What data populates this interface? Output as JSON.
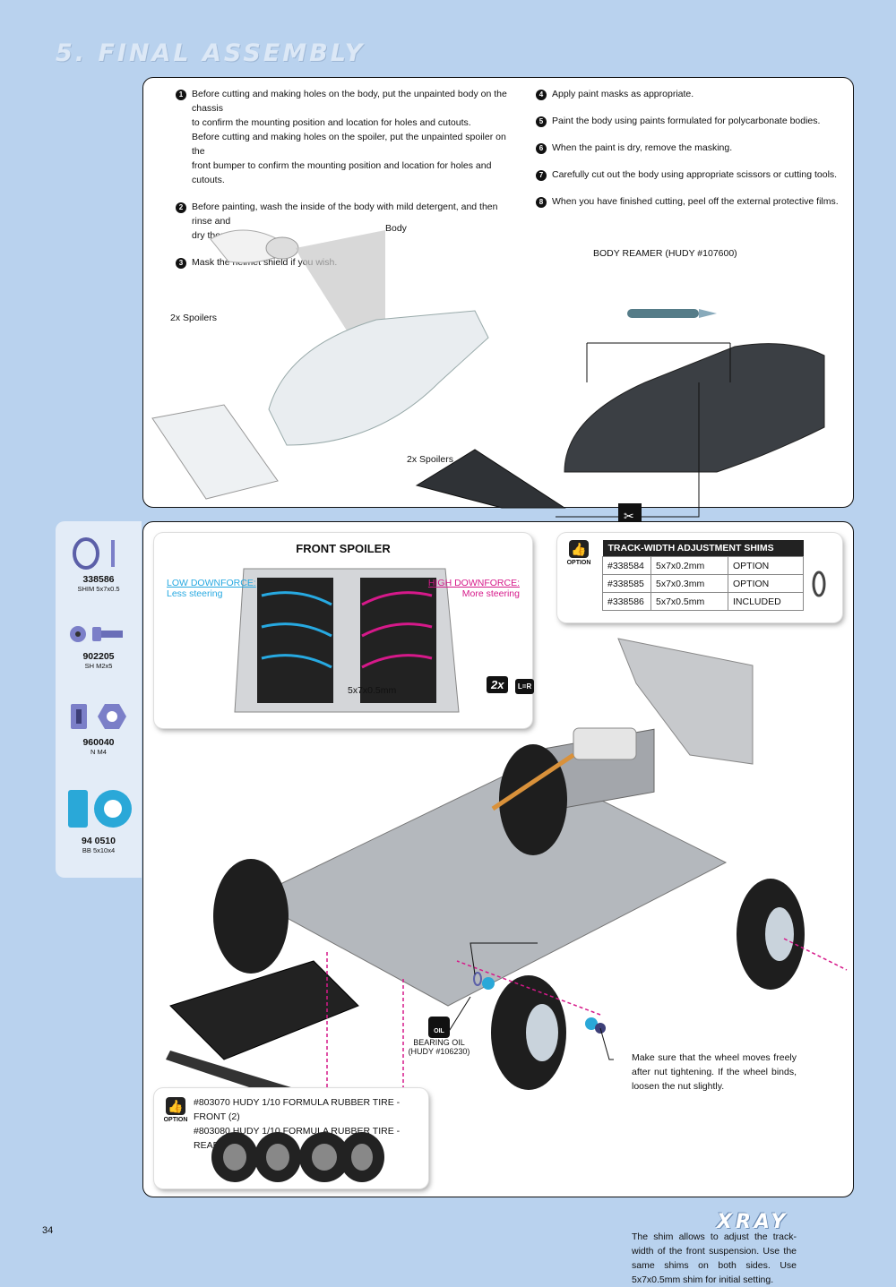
{
  "page": {
    "title": "5. FINAL ASSEMBLY",
    "number": "34",
    "logo": "XRAY"
  },
  "steps_left": [
    {
      "num": "1",
      "text": "Before cutting and making holes on the body, put the unpainted body on the chassis\nto confirm the mounting position and location for holes and cutouts.\nBefore cutting and making holes on the  spoiler, put the unpainted spoiler on the\nfront bumper to confirm the mounting position and location for holes and cutouts."
    },
    {
      "num": "2",
      "text": "Before painting, wash the inside of the body with mild detergent, and then rinse and\ndry thoroughly."
    },
    {
      "num": "3",
      "text": "Mask the helmet shield if you wish."
    }
  ],
  "steps_right": [
    {
      "num": "4",
      "text": "Apply paint masks as appropriate."
    },
    {
      "num": "5",
      "text": "Paint the body using paints formulated for polycarbonate bodies."
    },
    {
      "num": "6",
      "text": "When the paint is dry, remove the masking."
    },
    {
      "num": "7",
      "text": "Carefully cut out the body using appropriate scissors or cutting tools."
    },
    {
      "num": "8",
      "text": "When you have finished cutting, peel off the external protective films."
    }
  ],
  "top_labels": {
    "body": "Body",
    "spoilers_left": "2x Spoilers",
    "spoilers_bottom": "2x Spoilers",
    "reamer": "BODY REAMER (HUDY #107600)"
  },
  "parts": [
    {
      "code": "338586",
      "desc": "SHIM 5x7x0.5"
    },
    {
      "code": "902205",
      "desc": "SH M2x5"
    },
    {
      "code": "960040",
      "desc": "N M4"
    },
    {
      "code": "94 0510",
      "desc": "BB 5x10x4"
    }
  ],
  "front_spoiler": {
    "title": "FRONT SPOILER",
    "low_label": "LOW DOWNFORCE:",
    "low_sub": "Less steering",
    "high_label": "HIGH DOWNFORCE:",
    "high_sub": "More steering",
    "low_color": "#27a9e1",
    "high_color": "#d6198a"
  },
  "shims": {
    "option_label": "OPTION",
    "header": "TRACK-WIDTH ADJUSTMENT SHIMS",
    "rows": [
      [
        "#338584",
        "5x7x0.2mm",
        "OPTION"
      ],
      [
        "#338585",
        "5x7x0.3mm",
        "OPTION"
      ],
      [
        "#338586",
        "5x7x0.5mm",
        "INCLUDED"
      ]
    ]
  },
  "callouts": {
    "shim_size": "5x7x0.5mm",
    "multiplier": "2x",
    "lr": "L=R",
    "shim_note": "The shim allows to adjust the track-width of the front suspension. Use the same shims on both sides. Use 5x7x0.5mm shim for initial setting.",
    "wheel_note": "Make sure that the wheel moves freely after nut tightening. If the wheel binds, loosen the nut slightly.",
    "bearing_oil": "BEARING OIL",
    "bearing_oil_ref": "(HUDY #106230)",
    "oil_tag": "OIL"
  },
  "tires": {
    "option_label": "OPTION",
    "lines": [
      "#803070  HUDY 1/10 FORMULA RUBBER TIRE - FRONT (2)",
      "#803080  HUDY 1/10 FORMULA RUBBER TIRE - REAR (2)"
    ]
  }
}
